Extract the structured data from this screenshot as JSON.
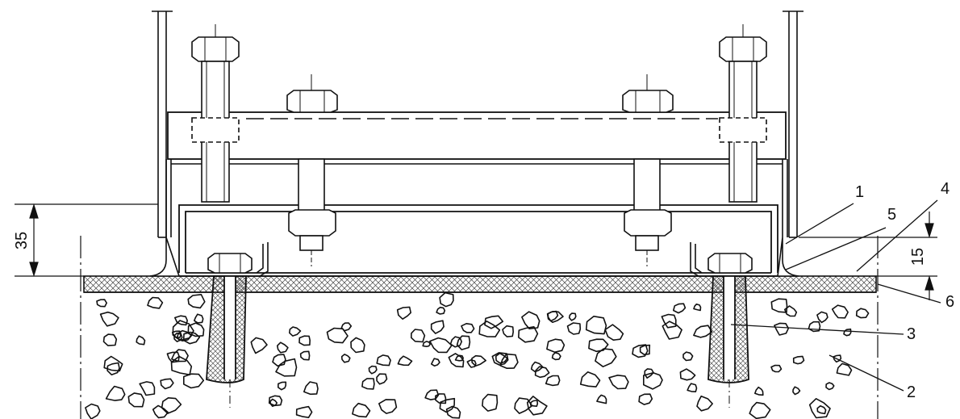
{
  "callouts": [
    {
      "id": "1",
      "text": "1"
    },
    {
      "id": "2",
      "text": "2"
    },
    {
      "id": "3",
      "text": "3"
    },
    {
      "id": "4",
      "text": "4"
    },
    {
      "id": "5",
      "text": "5"
    },
    {
      "id": "6",
      "text": "6"
    }
  ],
  "dimensions": {
    "height_left": "35",
    "height_right": "15"
  },
  "colors": {
    "line": "#111111",
    "background": "#ffffff"
  }
}
